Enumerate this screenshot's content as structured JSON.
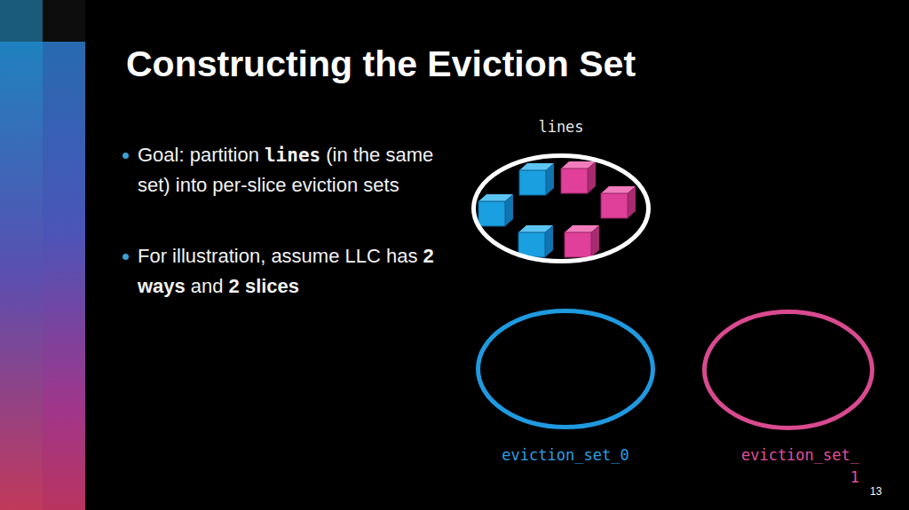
{
  "diagram": {
    "title": "Constructing the Eviction Set",
    "nodes": [
      {
        "text": [
          "lines"
        ]
      },
      {
        "text": [
          "eviction_set_0"
        ]
      },
      {
        "text": [
          "eviction_set_ 1"
        ]
      }
    ],
    "labels": [
      "Goal: partition",
      "lines",
      "(in the same set) into per-slice eviction sets",
      "For illustration, assume LLC has",
      "2 ways",
      "and",
      "2 slices",
      "13"
    ]
  }
}
